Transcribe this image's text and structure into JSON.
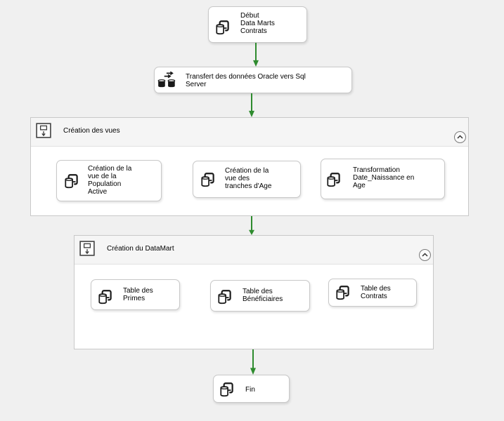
{
  "tasks": {
    "debut": "Début\nData Marts\nContrats",
    "transfert": "Transfert des données Oracle vers Sql\nServer",
    "pop_active": "Création de la\nvue de la\nPopulation\nActive",
    "tranches": "Création de la\nvue des\ntranches d'Age",
    "transformation": "Transformation\nDate_Naissance en\nAge",
    "primes": "Table des\nPrimes",
    "beneficiaires": "Table des\nBénéficiaires",
    "contrats": "Table des\nContrats",
    "fin": "Fin"
  },
  "containers": {
    "vues": "Création des vues",
    "datamart": "Création du DataMart"
  },
  "icons": {
    "task": "sql-task-icon",
    "transfer": "data-flow-task-icon",
    "container": "sequence-container-icon",
    "collapse": "collapse-chevron-icon"
  },
  "colors": {
    "arrow": "#2e8b2e",
    "canvas": "#f0f0f0"
  }
}
